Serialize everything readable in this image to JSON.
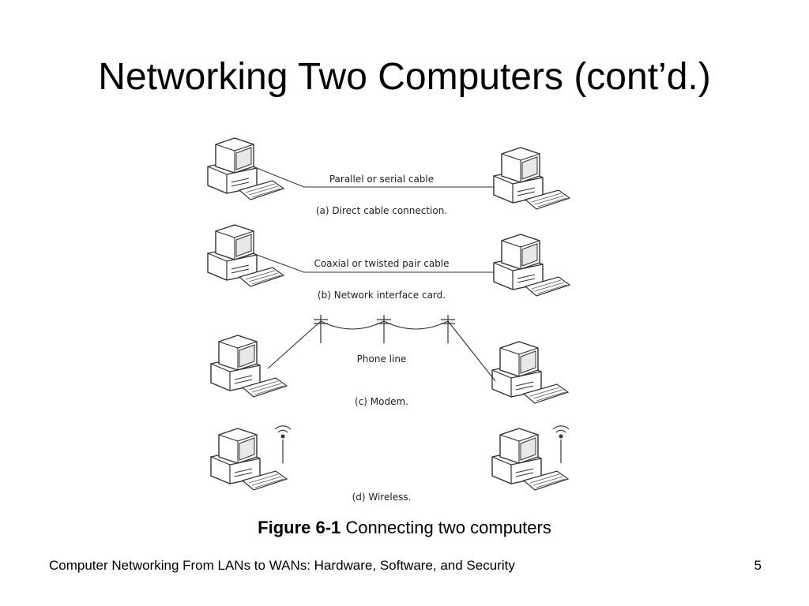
{
  "slide": {
    "title": "Networking Two Computers (cont’d.)",
    "page_number": "5",
    "footer": "Computer Networking From LANs to WANs: Hardware, Software, and Security"
  },
  "figure": {
    "caption_label": "Figure 6-1",
    "caption_text": " Connecting two computers",
    "panels": [
      {
        "cable_label": "Parallel or serial cable",
        "caption": "(a) Direct cable connection."
      },
      {
        "cable_label": "Coaxial or twisted pair cable",
        "caption": "(b) Network interface card."
      },
      {
        "cable_label": "Phone line",
        "caption": "(c) Modem."
      },
      {
        "cable_label": "",
        "caption": "(d) Wireless."
      }
    ]
  }
}
